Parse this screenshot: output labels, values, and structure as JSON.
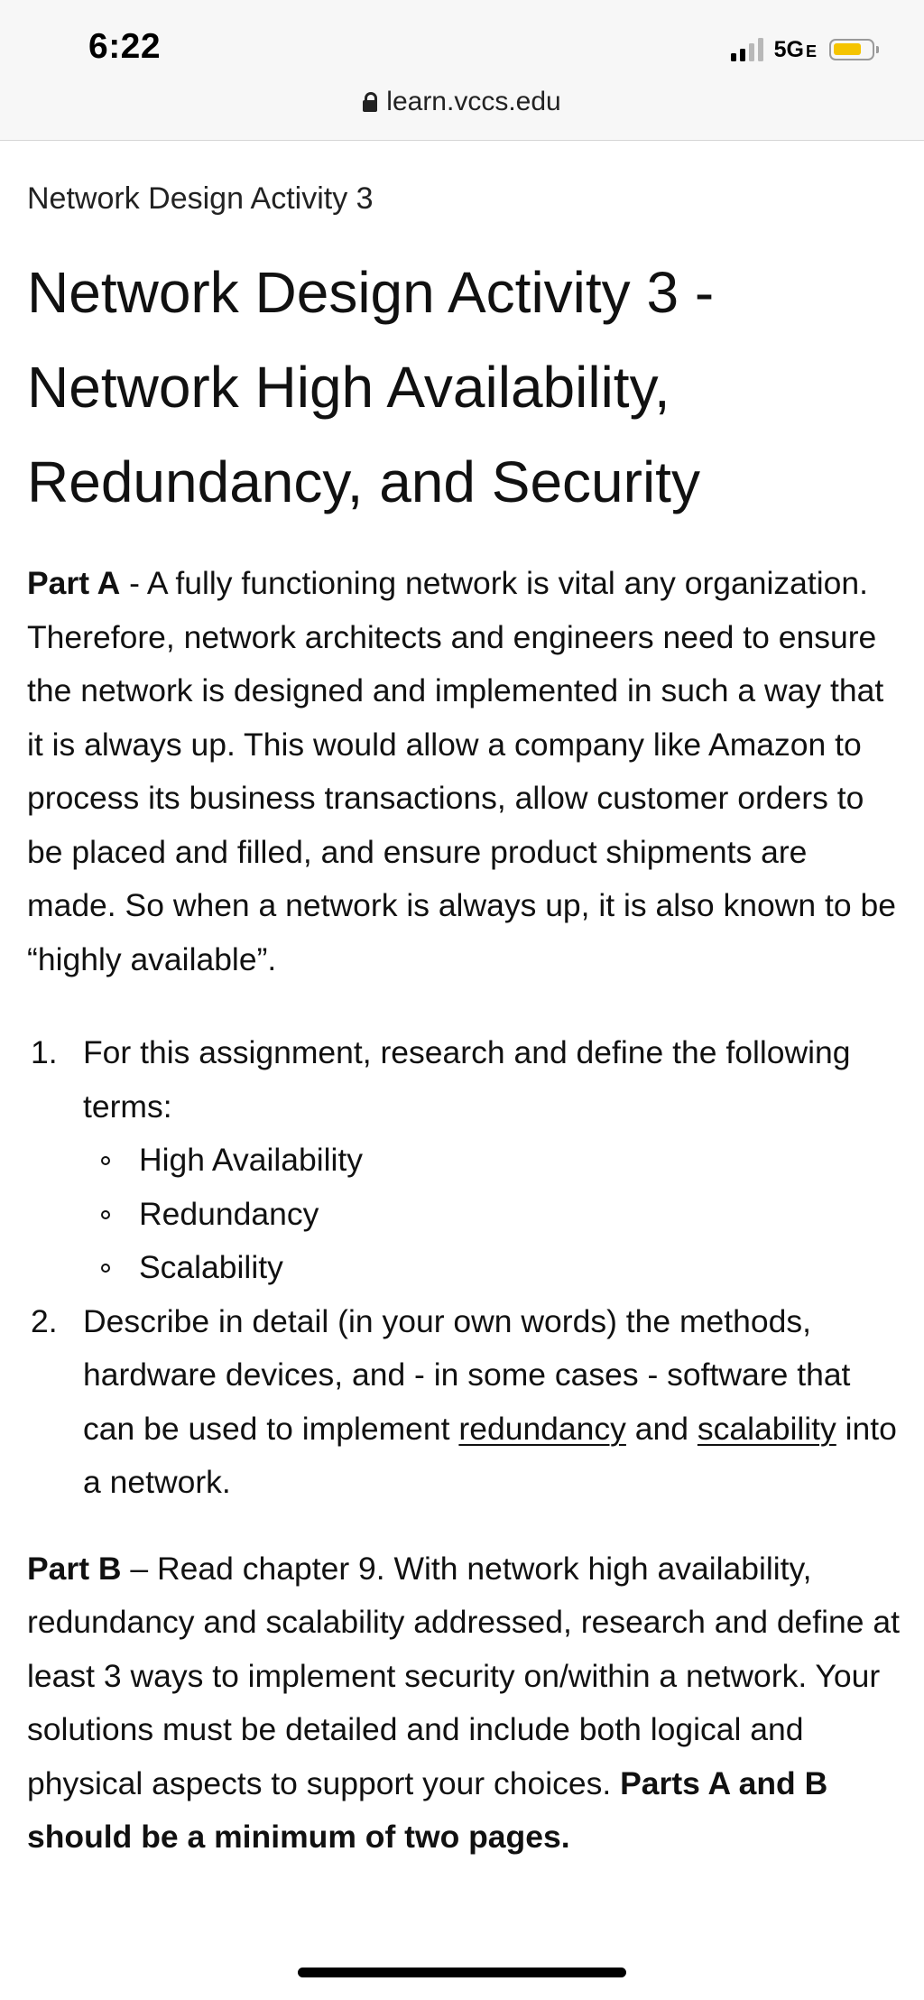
{
  "status_bar": {
    "time": "6:22",
    "network_label": "5G",
    "network_suffix": "E",
    "battery_color": "#f5c400"
  },
  "browser": {
    "url": "learn.vccs.edu"
  },
  "page": {
    "breadcrumb": "Network Design Activity 3",
    "title": "Network Design Activity 3 - Network High Availability, Redundancy, and Security",
    "part_a": {
      "label": "Part A",
      "text": " - A fully functioning network is vital any organization.  Therefore, network architects and engineers need to ensure the network is designed and implemented in such a way that it is always up.  This would allow a company like Amazon to process its business transactions, allow customer orders to be placed and filled,  and ensure product shipments are made.  So when a network is always up, it is also known to be “highly available”."
    },
    "list": {
      "item1": {
        "number": "1.",
        "text": "For this assignment, research and define the following terms:",
        "terms": [
          "High Availability",
          "Redundancy",
          "Scalability"
        ]
      },
      "item2": {
        "number": "2.",
        "text_before": "Describe in detail (in your own words) the methods, hardware devices, and - in some cases - software that can be used to implement ",
        "link1": "redundancy",
        "text_mid": " and ",
        "link2": "scalability",
        "text_after": " into a network."
      }
    },
    "part_b": {
      "label": "Part B",
      "text": " – Read chapter 9. With network high availability, redundancy and scalability addressed, research and define at least 3 ways to implement security on/within a network.  Your solutions must be detailed and include both logical and physical aspects to support your choices.  ",
      "bold_tail": "Parts A and B should be a minimum of two pages."
    }
  },
  "icons": {
    "lock": "lock-icon",
    "signal": "cellular-signal-icon",
    "battery": "battery-icon"
  }
}
